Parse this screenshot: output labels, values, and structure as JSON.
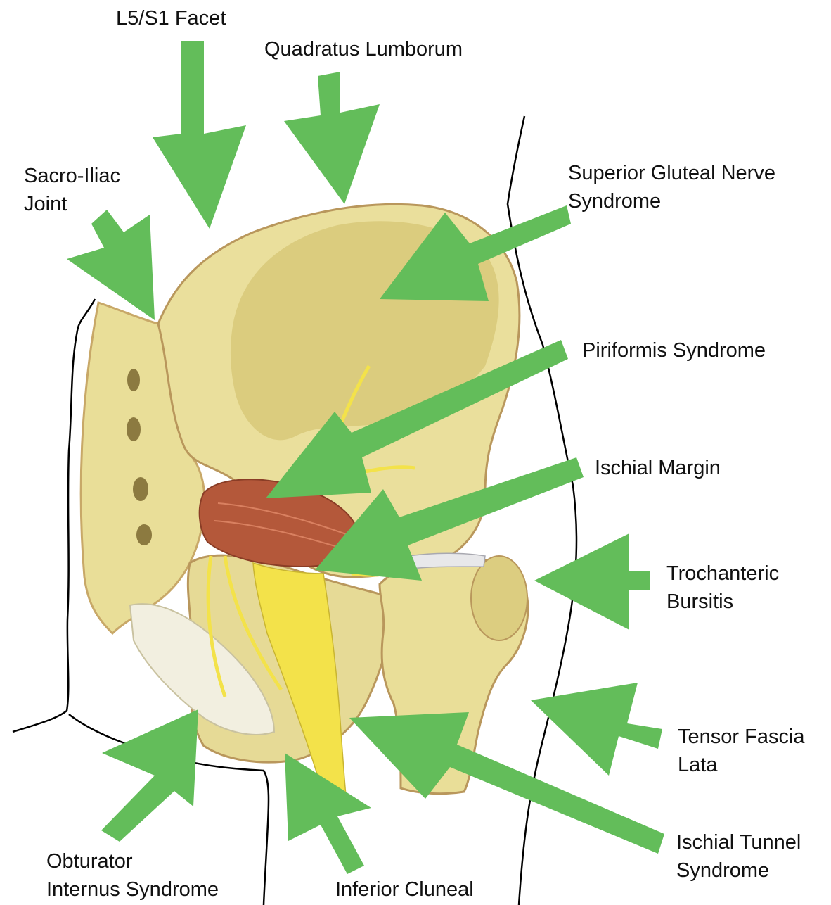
{
  "colors": {
    "arrow": "#63bd5a",
    "bone": "#e9de98",
    "bone_shadow": "#c8b45e",
    "bone_outline": "#b9975c",
    "muscle": "#b4583a",
    "nerve": "#f3e24a",
    "outline": "#000000"
  },
  "labels": {
    "l5s1": {
      "lines": [
        "L5/S1 Facet"
      ]
    },
    "quadratus": {
      "lines": [
        "Quadratus Lumborum"
      ]
    },
    "sacroiliac": {
      "lines": [
        "Sacro-Iliac",
        "Joint"
      ]
    },
    "superior_gluteal": {
      "lines": [
        "Superior Gluteal Nerve",
        "Syndrome"
      ]
    },
    "piriformis": {
      "lines": [
        "Piriformis Syndrome"
      ]
    },
    "ischial_margin": {
      "lines": [
        "Ischial Margin"
      ]
    },
    "trochanteric": {
      "lines": [
        "Trochanteric",
        "Bursitis"
      ]
    },
    "tensor": {
      "lines": [
        "Tensor Fascia",
        "Lata"
      ]
    },
    "ischial_tunnel": {
      "lines": [
        "Ischial Tunnel",
        "Syndrome"
      ]
    },
    "obturator": {
      "lines": [
        "Obturator",
        "Internus Syndrome"
      ]
    },
    "inferior_cluneal": {
      "lines": [
        "Inferior Cluneal"
      ]
    }
  }
}
